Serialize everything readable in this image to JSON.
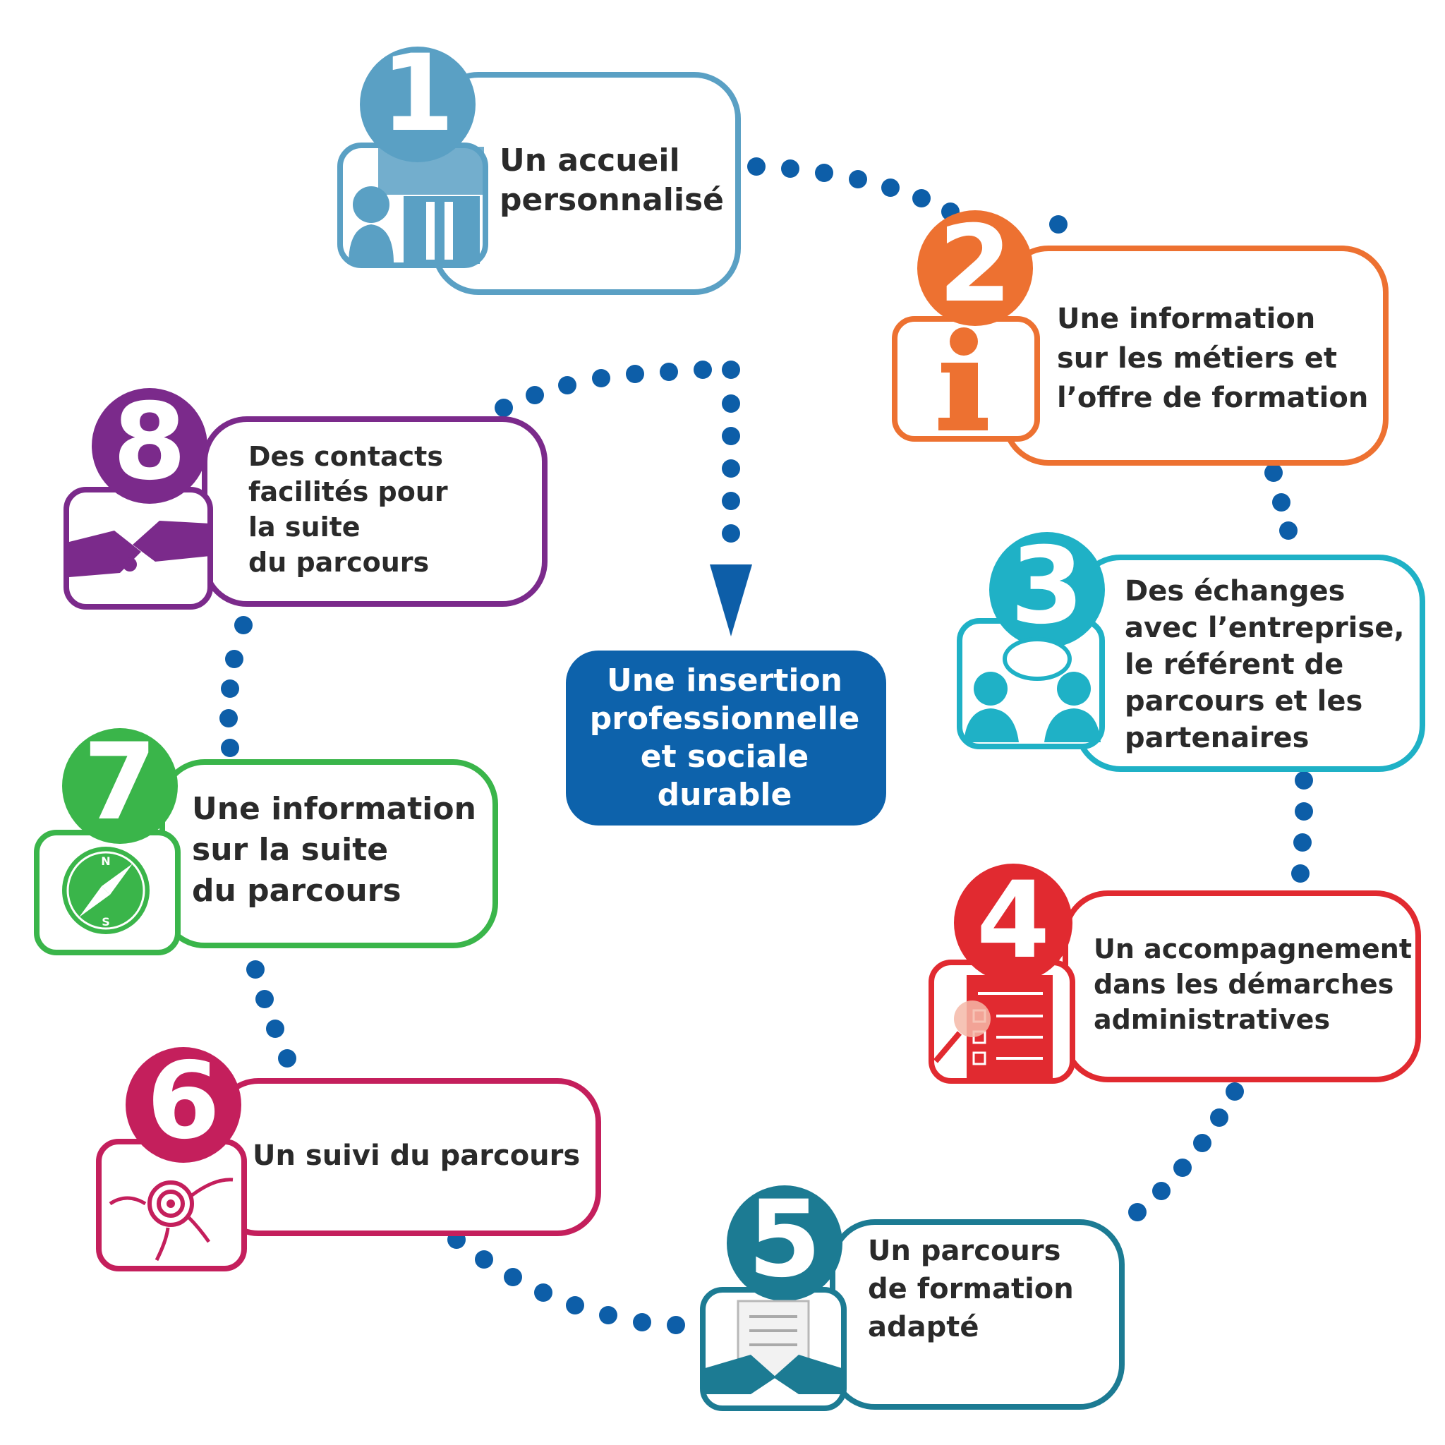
{
  "colors": {
    "step1": "#5aa0c4",
    "step2": "#ed7131",
    "step3": "#1fb1c6",
    "step4": "#e12a30",
    "step5": "#1c7b93",
    "step6": "#c41f5c",
    "step7": "#3ab54a",
    "step8": "#7b2a8b",
    "center": "#0d62ab",
    "dots": "#0d5ea8",
    "text": "#2a2a2a"
  },
  "steps": [
    {
      "number": "1",
      "text": "Un accueil\npersonnalisé",
      "icon": "welcome-person-icon"
    },
    {
      "number": "2",
      "text": "Une information\nsur les métiers et\nl’offre de formation",
      "icon": "info-icon"
    },
    {
      "number": "3",
      "text": "Des échanges\navec l’entreprise,\nle référent de\nparcours et les\npartenaires",
      "icon": "discussion-icon"
    },
    {
      "number": "4",
      "text": "Un accompagnement\ndans les démarches\nadministratives",
      "icon": "checklist-icon"
    },
    {
      "number": "5",
      "text": "Un parcours\nde formation\nadapté",
      "icon": "contract-handshake-icon"
    },
    {
      "number": "6",
      "text": "Un suivi du parcours",
      "icon": "target-icon"
    },
    {
      "number": "7",
      "text": "Une information\nsur la suite\ndu parcours",
      "icon": "compass-icon",
      "compass_n": "N",
      "compass_s": "S"
    },
    {
      "number": "8",
      "text": "Des contacts\nfacilités pour\nla suite\ndu parcours",
      "icon": "handshake-icon"
    }
  ],
  "center": {
    "text": "Une insertion\nprofessionnelle\net sociale\ndurable"
  }
}
